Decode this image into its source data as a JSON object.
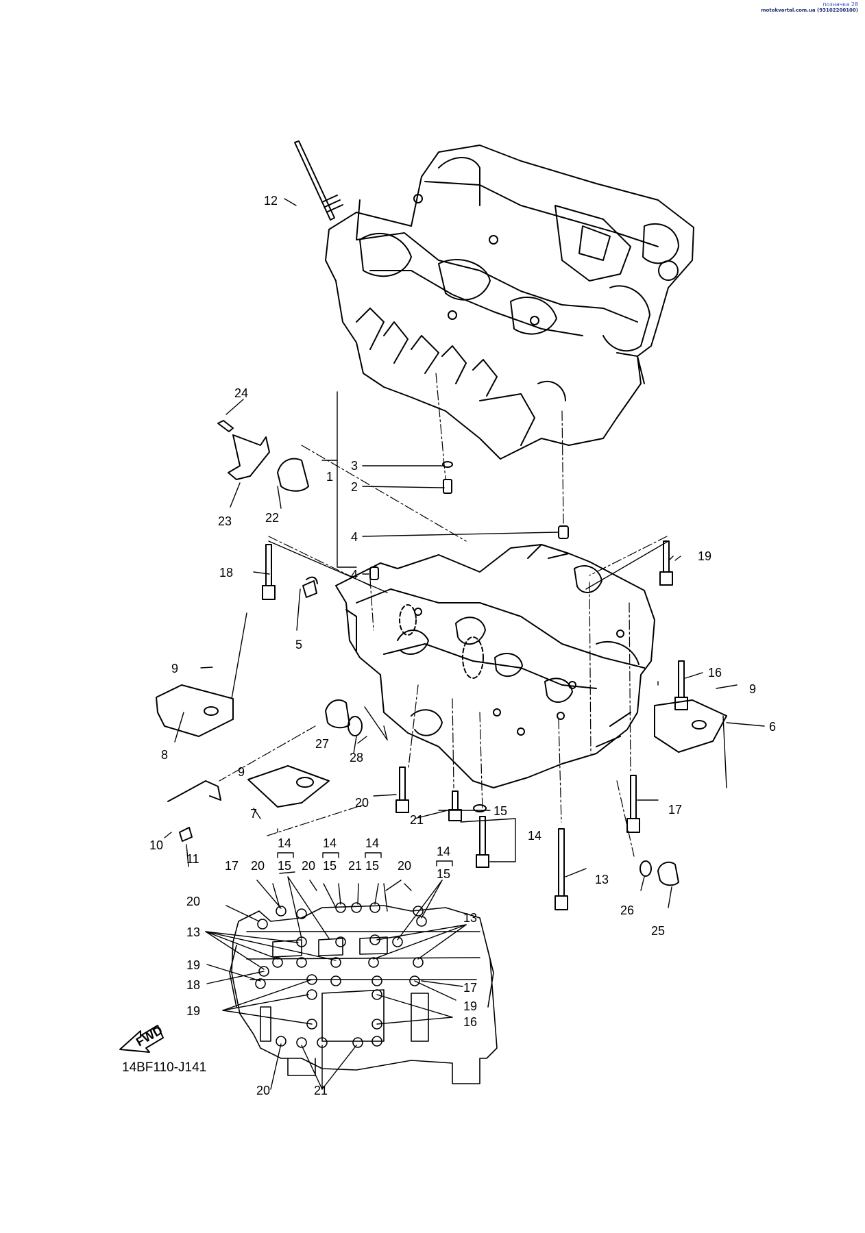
{
  "header": {
    "line1": "позначка 28",
    "line2": "motokvartal.com.ua (93102200100)"
  },
  "diagram_code": "14BF110-J141",
  "fwd_label": "FWD",
  "callouts": {
    "c1": "1",
    "c2": "2",
    "c3": "3",
    "c4a": "4",
    "c4b": "4",
    "c5": "5",
    "c6": "6",
    "c7": "7",
    "c8": "8",
    "c9a": "9",
    "c9b": "9",
    "c9c": "9",
    "c10": "10",
    "c11": "11",
    "c12": "12",
    "c13": "13",
    "c14": "14",
    "c15": "15",
    "c16": "16",
    "c17": "17",
    "c18": "18",
    "c19": "19",
    "c20": "20",
    "c21": "21",
    "c22": "22",
    "c23": "23",
    "c24": "24",
    "c25": "25",
    "c26": "26",
    "c27": "27",
    "c28": "28",
    "m14a": "14",
    "m15a": "15",
    "m14b": "14",
    "m15b": "15",
    "m14c": "14",
    "m15c": "15",
    "m14d": "14",
    "m15d": "15",
    "m17": "17",
    "m20a": "20",
    "m20b": "20",
    "m21": "21",
    "m20c": "20",
    "m20d": "20",
    "m13a": "13",
    "m13b": "13",
    "m19a": "19",
    "m18": "18",
    "m17b": "17",
    "m19b": "19",
    "m19c": "19",
    "m16": "16",
    "m20e": "20",
    "m21b": "21"
  },
  "colors": {
    "ink": "#000000",
    "paper": "#ffffff"
  },
  "icons": [
    "fwd-arrow-icon"
  ]
}
